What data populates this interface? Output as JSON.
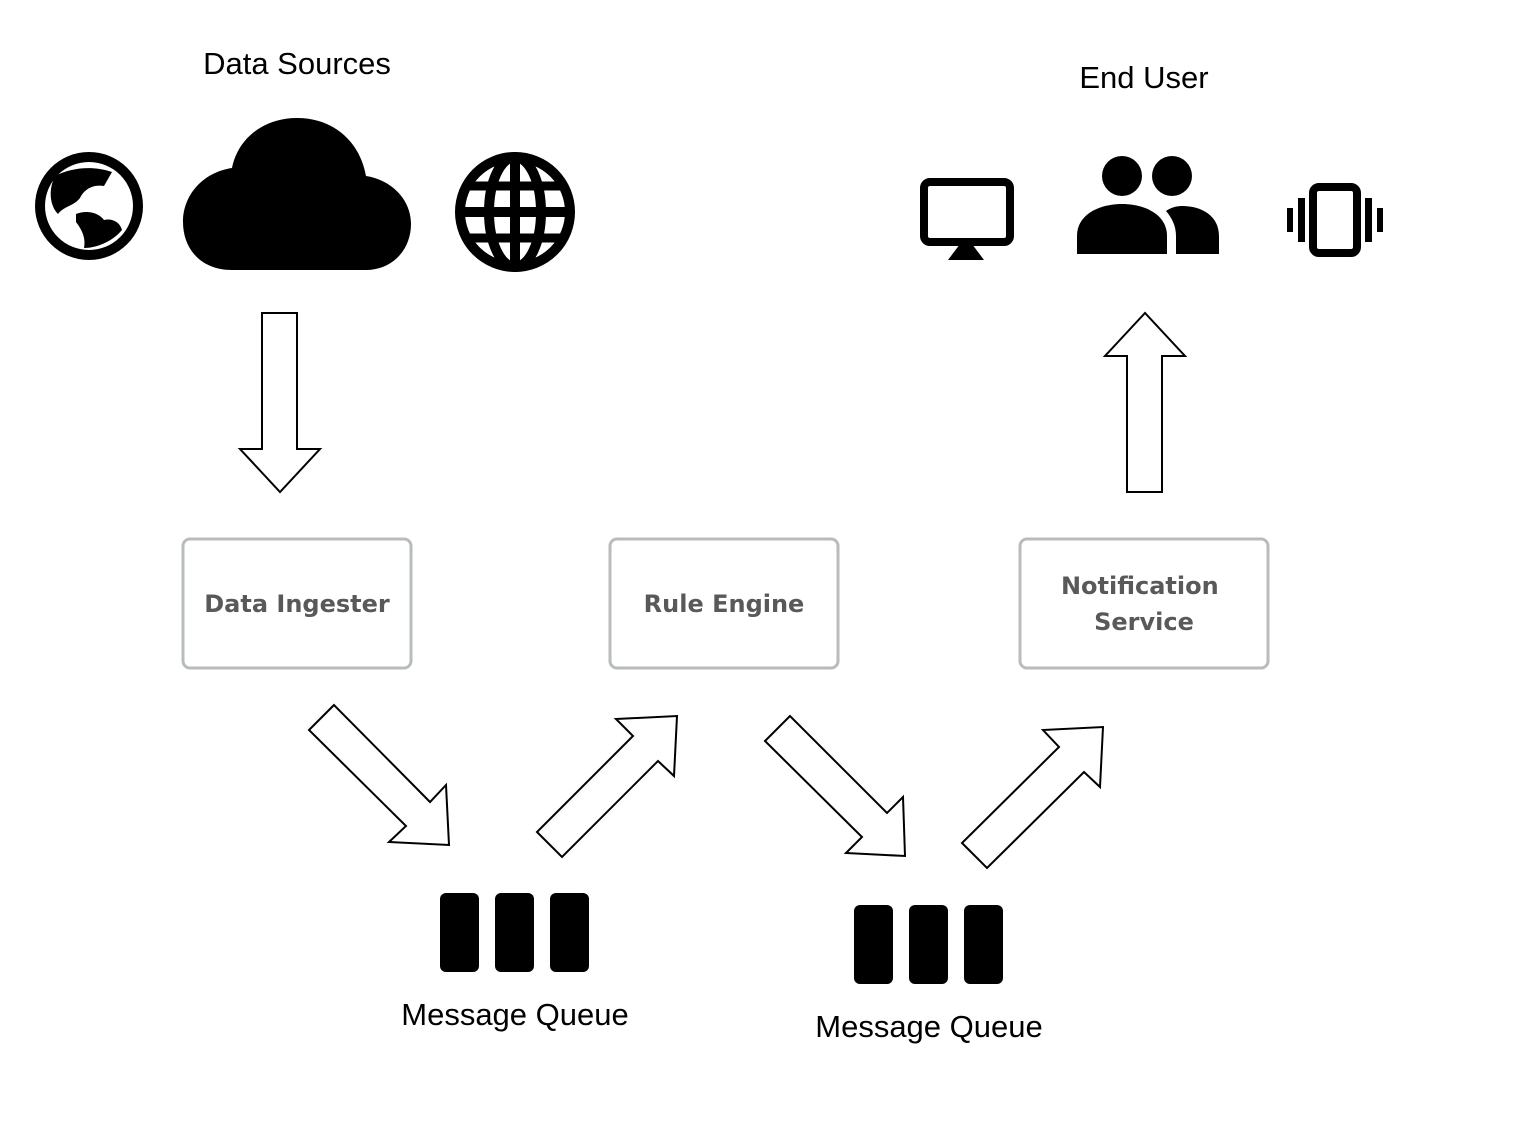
{
  "headings": {
    "data_sources": "Data Sources",
    "end_user": "End User"
  },
  "components": {
    "data_ingester": "Data Ingester",
    "rule_engine": "Rule Engine",
    "notification_service": [
      "Notification",
      "Service"
    ]
  },
  "queues": {
    "first": "Message Queue",
    "second": "Message Queue"
  },
  "icons": {
    "sources": [
      "globe-earth-icon",
      "cloud-icon",
      "globe-grid-icon"
    ],
    "users": [
      "desktop-monitor-icon",
      "people-group-icon",
      "vibrating-phone-icon"
    ],
    "queue": "message-queue-icon"
  },
  "colors": {
    "icon": "#000000",
    "box_border": "#b8bcbd",
    "box_text": "#595959",
    "arrow_fill": "#ffffff",
    "arrow_stroke": "#000000"
  }
}
